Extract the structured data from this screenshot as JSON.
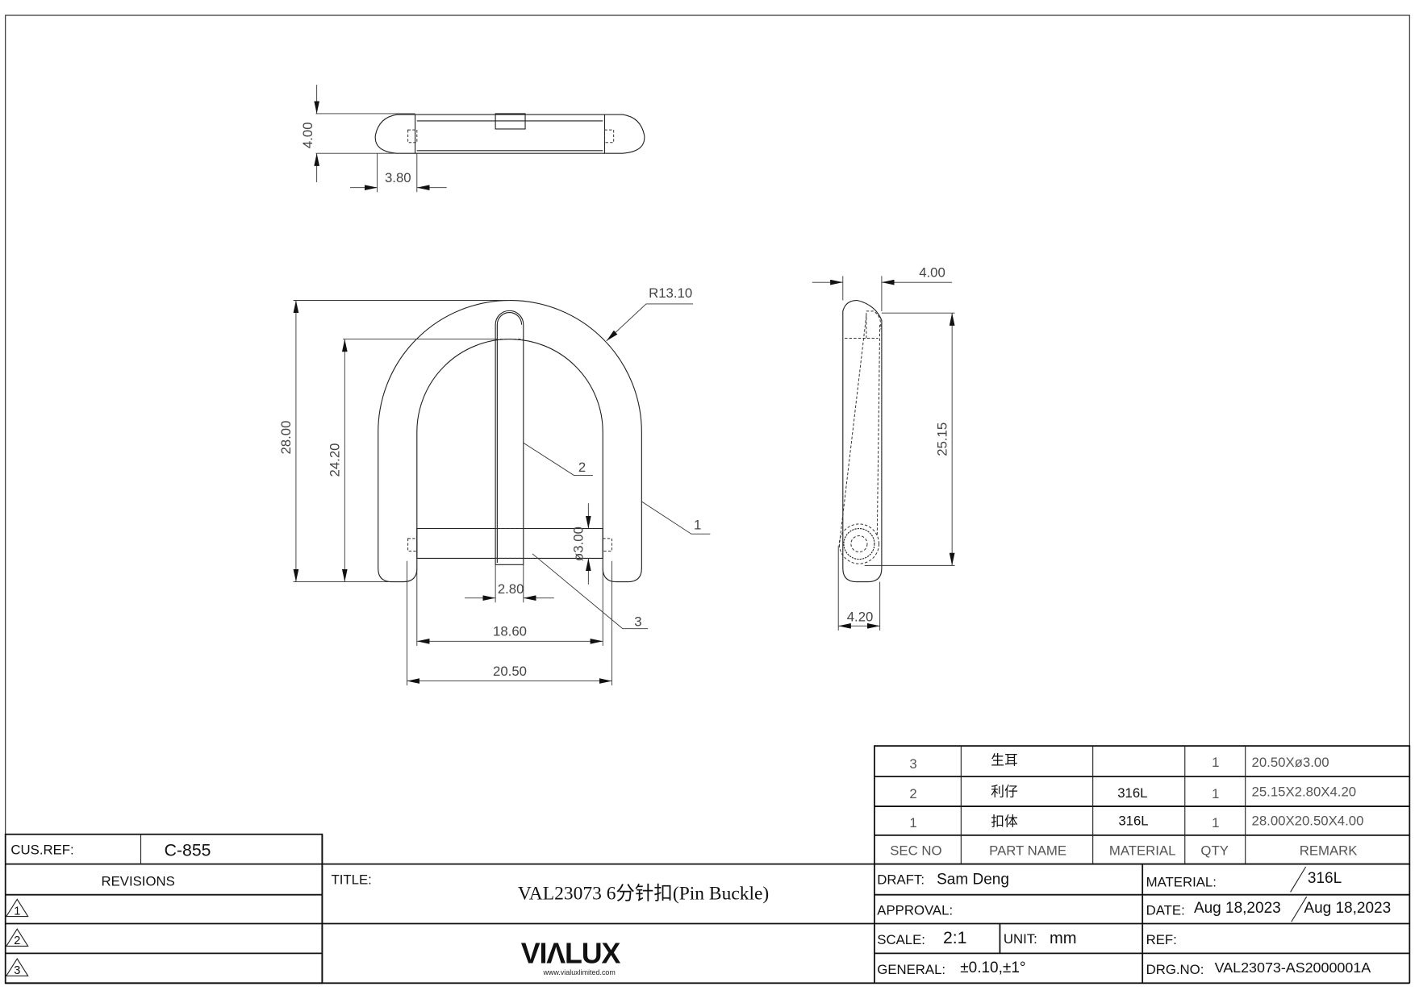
{
  "drawing": {
    "top_view": {
      "height_dim": "4.00",
      "end_dim": "3.80"
    },
    "front_view": {
      "radius_dim": "R13.10",
      "overall_height_dim": "28.00",
      "inner_height_dim": "24.20",
      "pin_width_dim": "2.80",
      "bar_diameter_dim": "ø3.00",
      "inner_width_dim": "18.60",
      "overall_width_dim": "20.50",
      "balloons": [
        "1",
        "2",
        "3"
      ]
    },
    "side_view": {
      "thickness_dim": "4.00",
      "pin_length_dim": "25.15",
      "pin_height_dim": "4.20"
    }
  },
  "bom": {
    "headers": [
      "SEC NO",
      "PART NAME",
      "MATERIAL",
      "QTY",
      "REMARK"
    ],
    "rows": [
      {
        "sec": "3",
        "name": "生耳",
        "material": "",
        "qty": "1",
        "remark": "20.50Xø3.00"
      },
      {
        "sec": "2",
        "name": "利仔",
        "material": "316L",
        "qty": "1",
        "remark": "25.15X2.80X4.20"
      },
      {
        "sec": "1",
        "name": "扣体",
        "material": "316L",
        "qty": "1",
        "remark": "28.00X20.50X4.00"
      }
    ]
  },
  "title_block": {
    "cus_ref_label": "CUS.REF:",
    "cus_ref": "C-855",
    "revisions_label": "REVISIONS",
    "revisions": [
      "1",
      "2",
      "3"
    ],
    "title_label": "TITLE:",
    "title": "VAL23073  6分针扣(Pin Buckle)",
    "logo": "VIΛLUX",
    "logo_url": "www.vialuxlimited.com",
    "draft_label": "DRAFT:",
    "draft": "Sam Deng",
    "approval_label": "APPROVAL:",
    "scale_label": "SCALE:",
    "scale": "2:1",
    "unit_label": "UNIT:",
    "unit": "mm",
    "general_label": "GENERAL:",
    "general": "±0.10,±1°",
    "material_label": "MATERIAL:",
    "material": "316L",
    "date_label": "DATE:",
    "date1": "Aug 18,2023",
    "date2": "Aug 18,2023",
    "ref_label": "REF:",
    "drg_no_label": "DRG.NO:",
    "drg_no": "VAL23073-AS2000001A"
  }
}
